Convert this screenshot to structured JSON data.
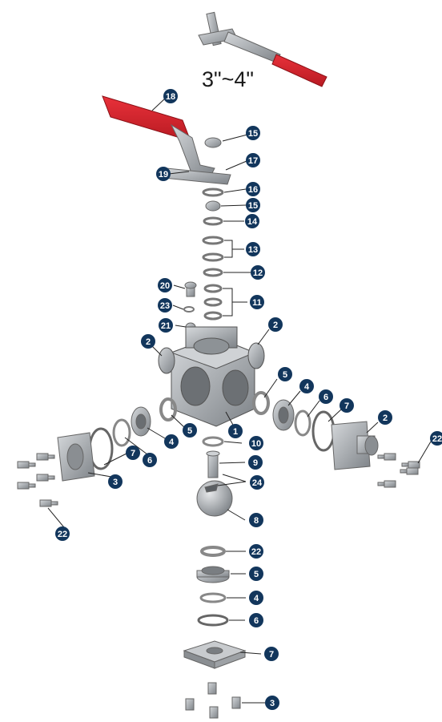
{
  "diagram": {
    "size_range_label": "3\"~4\"",
    "colors": {
      "badge": "#12365c",
      "handle": "#d3202a",
      "metal": "#a9adb2"
    },
    "callouts": [
      "18",
      "15",
      "17",
      "19",
      "16",
      "15",
      "14",
      "13",
      "12",
      "20",
      "11",
      "23",
      "21",
      "2",
      "2",
      "5",
      "4",
      "6",
      "7",
      "2",
      "1",
      "5",
      "4",
      "6",
      "7",
      "3",
      "22",
      "10",
      "9",
      "24",
      "8",
      "22",
      "5",
      "4",
      "6",
      "7",
      "3",
      "22"
    ]
  }
}
